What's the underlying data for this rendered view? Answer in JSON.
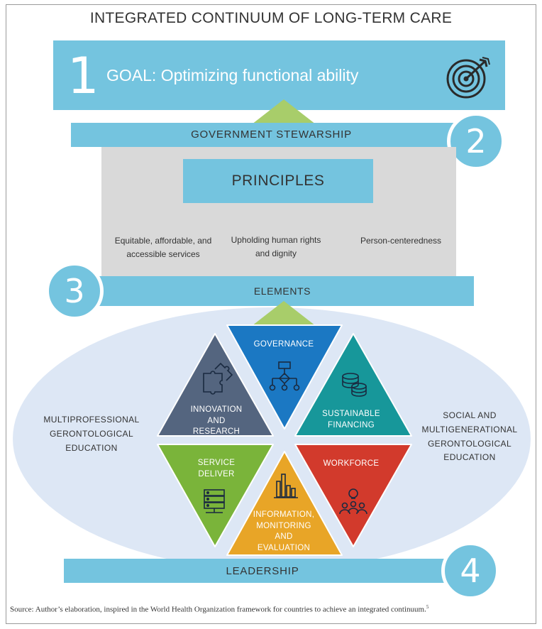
{
  "title": "INTEGRATED CONTINUUM OF LONG-TERM CARE",
  "goal": {
    "number": "1",
    "text": "GOAL: Optimizing functional ability",
    "icon": "target-icon"
  },
  "stewardship": {
    "number": "2",
    "label": "GOVERNMENT STEWARSHIP"
  },
  "principles": {
    "heading": "PRINCIPLES",
    "items": [
      {
        "line1": "Equitable, affordable, and",
        "line2": "accessible services"
      },
      {
        "line1": "Upholding human rights",
        "line2": "and dignity"
      },
      {
        "line1": "Person-centeredness",
        "line2": ""
      }
    ]
  },
  "elements": {
    "number": "3",
    "label": "ELEMENTS",
    "segments": [
      {
        "line1": "GOVERNANCE",
        "line2": "",
        "line3": "",
        "line4": "",
        "color": "#1b78c3",
        "icon": "org-chart-icon"
      },
      {
        "line1": "INNOVATION",
        "line2": "AND",
        "line3": "RESEARCH",
        "line4": "",
        "color": "#54657f",
        "icon": "puzzle-icon"
      },
      {
        "line1": "SUSTAINABLE",
        "line2": "FINANCING",
        "line3": "",
        "line4": "",
        "color": "#17979a",
        "icon": "coins-icon"
      },
      {
        "line1": "SERVICE",
        "line2": "DELIVER",
        "line3": "",
        "line4": "",
        "color": "#7ab43a",
        "icon": "server-icon"
      },
      {
        "line1": "WORKFORCE",
        "line2": "",
        "line3": "",
        "line4": "",
        "color": "#d23a2c",
        "icon": "team-idea-icon"
      },
      {
        "line1": "INFORMATION,",
        "line2": "MONITORING",
        "line3": "AND",
        "line4": "EVALUATION",
        "color": "#e8a527",
        "icon": "bar-chart-icon"
      }
    ]
  },
  "education": {
    "left": {
      "line1": "MULTIPROFESSIONAL",
      "line2": "GERONTOLOGICAL",
      "line3": "EDUCATION",
      "line4": ""
    },
    "right": {
      "line1": "SOCIAL AND",
      "line2": "MULTIGENERATIONAL",
      "line3": "GERONTOLOGICAL",
      "line4": "EDUCATION"
    }
  },
  "leadership": {
    "number": "4",
    "label": "LEADERSHIP"
  },
  "source": {
    "text": "Source: Author’s elaboration, inspired in the World Health Organization framework for countries to achieve an integrated continuum.",
    "note": "5"
  },
  "colors": {
    "band": "#74c4df",
    "box": "#d9d9d9",
    "ellipse": "#dde7f5",
    "arrow": "#a8cd6a"
  }
}
